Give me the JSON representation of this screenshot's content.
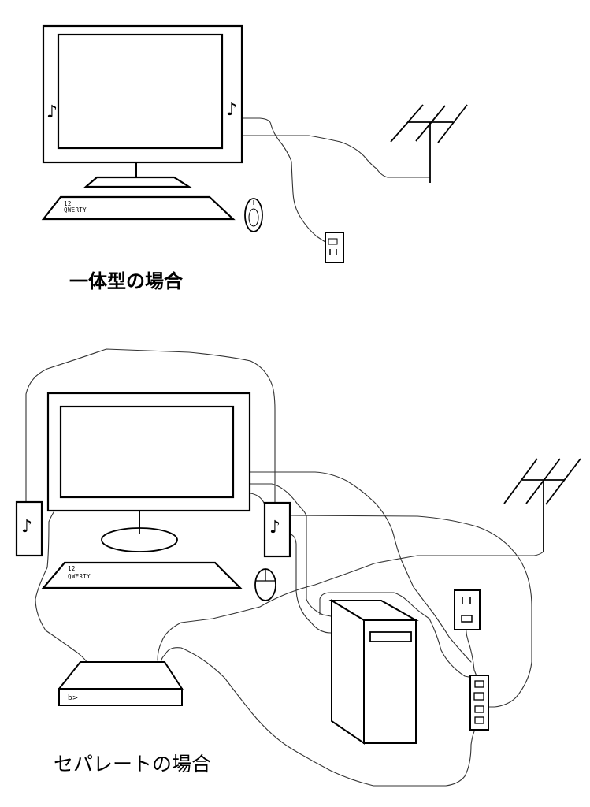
{
  "diagram": {
    "colors": {
      "background": "#ffffff",
      "stroke": "#000000",
      "cable": "#333333"
    },
    "sections": [
      {
        "id": "all-in-one",
        "caption": "一体型の場合",
        "components": {
          "monitor": {
            "label": "monitor",
            "speaker_icon": "♪"
          },
          "keyboard": {
            "line1": "12",
            "line2": "QWERTY"
          },
          "mouse": {
            "label": "mouse"
          },
          "wall_outlet": {
            "label": "wall-outlet"
          },
          "antenna": {
            "label": "tv-antenna"
          }
        }
      },
      {
        "id": "separate",
        "caption": "セパレートの場合",
        "components": {
          "monitor": {
            "label": "monitor"
          },
          "left_speaker": {
            "icon": "♪"
          },
          "right_speaker": {
            "icon": "♪"
          },
          "keyboard": {
            "line1": "12",
            "line2": "QWERTY"
          },
          "mouse": {
            "label": "mouse"
          },
          "bd_recorder": {
            "label": "b>"
          },
          "pc_tower": {
            "label": "pc-tower"
          },
          "wall_outlet": {
            "label": "wall-outlet"
          },
          "power_strip": {
            "label": "power-strip"
          },
          "antenna": {
            "label": "tv-antenna"
          }
        }
      }
    ]
  }
}
